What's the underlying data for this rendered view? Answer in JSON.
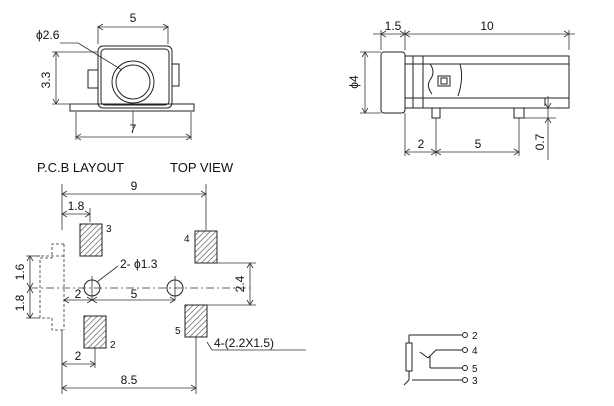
{
  "front_view": {
    "dim_width_top": "5",
    "dim_hole": "ϕ2.6",
    "dim_height": "3.3",
    "dim_width_bottom": "7"
  },
  "side_view": {
    "dim_left": "1.5",
    "dim_length": "10",
    "dim_diameter": "ϕ4",
    "dim_pin_offset": "2",
    "dim_pin_spacing": "5",
    "dim_pin_height": "0.7"
  },
  "pcb_layout": {
    "title_pcb": "P.C.B LAYOUT",
    "title_top": "TOP VIEW",
    "dim_total_width": "9",
    "dim_pad_x": "1.8",
    "dim_hole_label": "2- ϕ1.3",
    "dim_vertical_1": "1.6",
    "dim_vertical_2": "1.8",
    "dim_hole_offset": "2",
    "dim_hole_spacing": "5",
    "dim_pad_height": "2.4",
    "dim_pad_size": "4-(2.2X1.5)",
    "dim_bottom_offset": "2",
    "dim_bottom_width": "8.5",
    "pad_labels": [
      "3",
      "4",
      "2",
      "5"
    ]
  },
  "schematic": {
    "pin_labels": [
      "2",
      "4",
      "5",
      "3"
    ]
  }
}
